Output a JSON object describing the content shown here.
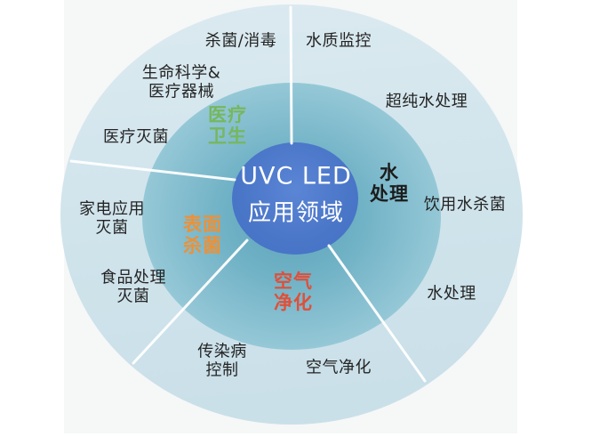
{
  "center": {
    "line1": "UVC LED",
    "line2": "应用领域"
  },
  "sectors": [
    {
      "name": "medical-hygiene",
      "label": "医疗\n卫生",
      "color": "#76b75e"
    },
    {
      "name": "water-treatment",
      "label": "水\n处理",
      "color": "#1c1c1c"
    },
    {
      "name": "air-purification",
      "label": "空气\n净化",
      "color": "#e04f39"
    },
    {
      "name": "surface-sterilization",
      "label": "表面\n杀菌",
      "color": "#ec9138"
    }
  ],
  "outer_labels": [
    {
      "name": "sterilization-disinfection",
      "label": "杀菌/消毒"
    },
    {
      "name": "water-quality-monitoring",
      "label": "水质监控"
    },
    {
      "name": "life-science-medical-devices",
      "label": "生命科学&\n医疗器械"
    },
    {
      "name": "ultrapure-water-treatment",
      "label": "超纯水处理"
    },
    {
      "name": "medical-sterilization",
      "label": "医疗灭菌"
    },
    {
      "name": "drinking-water-sterilization",
      "label": "饮用水杀菌"
    },
    {
      "name": "home-appliance-sterilization",
      "label": "家电应用\n灭菌"
    },
    {
      "name": "water-treatment-outer",
      "label": "水处理"
    },
    {
      "name": "food-processing-sterilization",
      "label": "食品处理\n灭菌"
    },
    {
      "name": "infectious-disease-control",
      "label": "传染病\n控制"
    },
    {
      "name": "air-purification-outer",
      "label": "空气净化"
    }
  ],
  "colors": {
    "background": "#f6f7f7",
    "outer_ring": "#cfe3eb",
    "middle_ring_inner": "#6fb1c5",
    "middle_ring_outer": "#95c8d7",
    "center_circle": "#4a76c8",
    "divider": "#ffffff",
    "outer_label_text": "#242424",
    "center_text": "#ffffff",
    "green": "#76b75e",
    "black": "#1c1c1c",
    "red": "#e04f39",
    "orange": "#ec9138"
  }
}
